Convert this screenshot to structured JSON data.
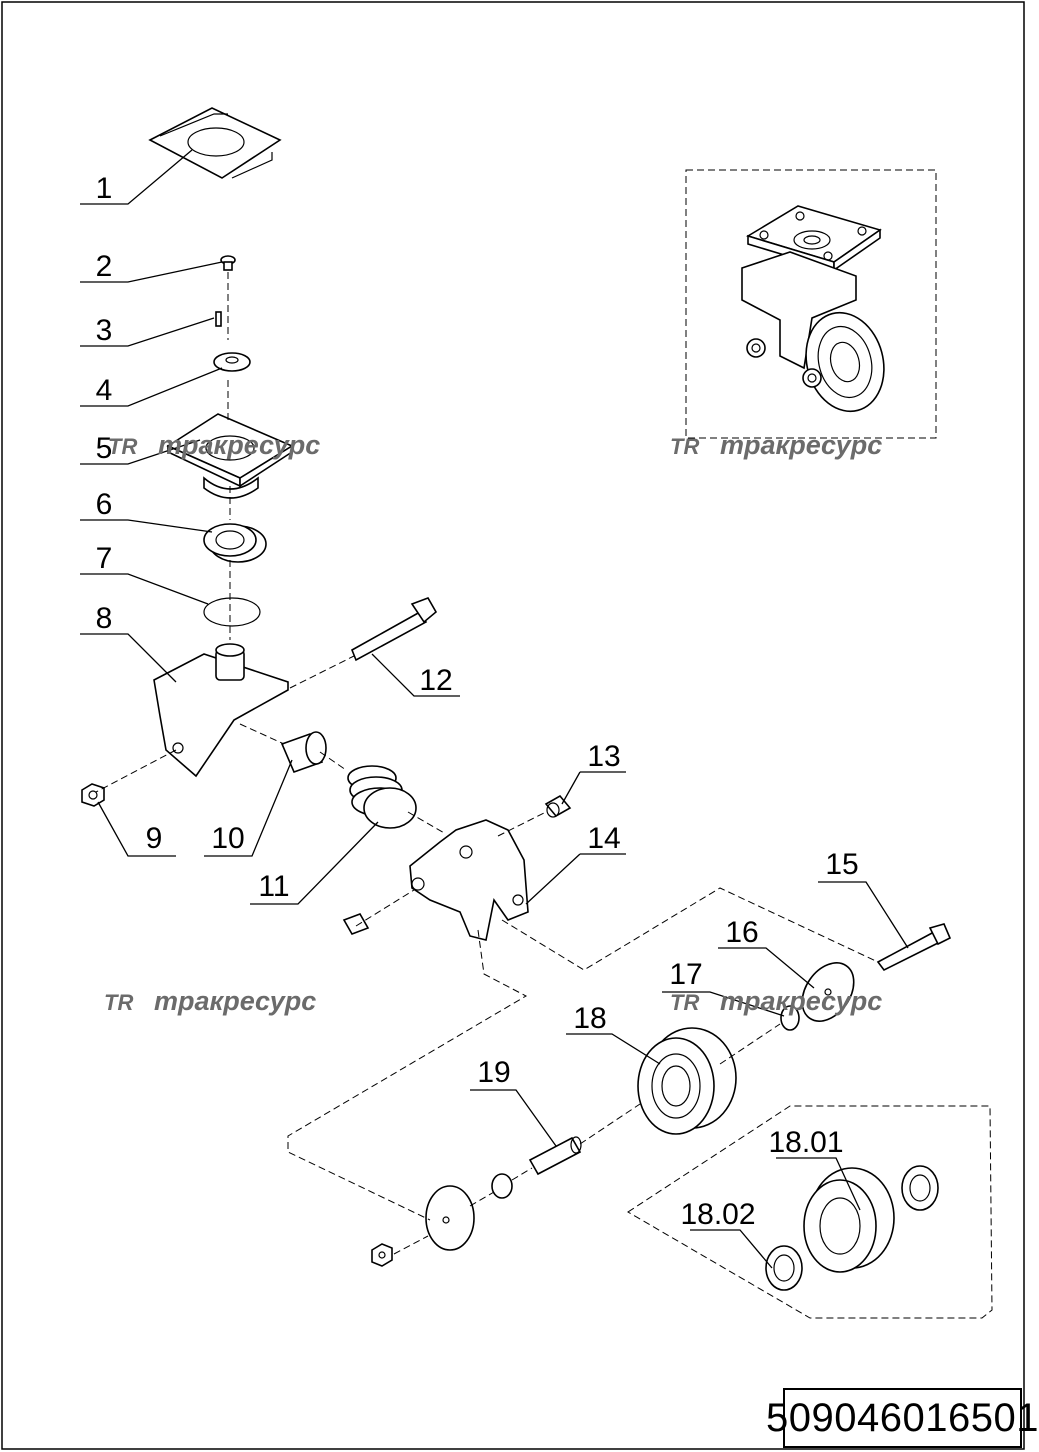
{
  "diagram": {
    "callouts": [
      "1",
      "2",
      "3",
      "4",
      "5",
      "6",
      "7",
      "8",
      "9",
      "10",
      "11",
      "12",
      "13",
      "14",
      "15",
      "16",
      "17",
      "18",
      "18.01",
      "18.02",
      "19"
    ],
    "watermark": {
      "logo": "TR",
      "text": "тракресурс"
    },
    "document_number": "509046016501"
  }
}
